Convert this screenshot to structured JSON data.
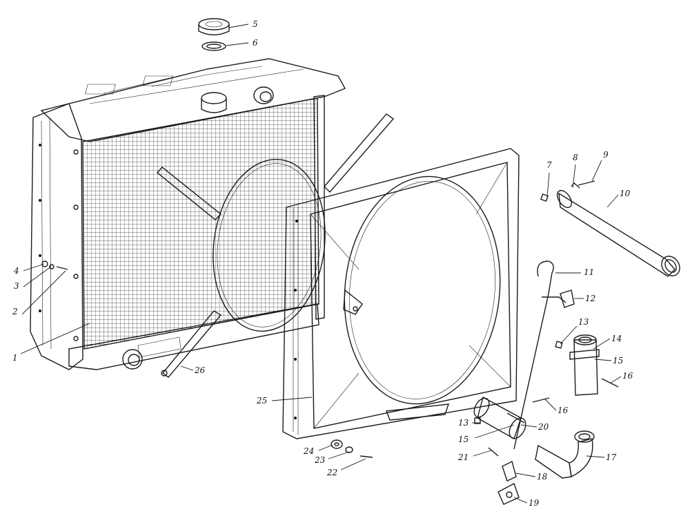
{
  "colors": {
    "ink": "#1a1a1a",
    "paper": "#ffffff",
    "shade": "#cfcfcf"
  },
  "callouts": [
    {
      "id": "c1",
      "text": "1"
    },
    {
      "id": "c2",
      "text": "2"
    },
    {
      "id": "c3",
      "text": "3"
    },
    {
      "id": "c4",
      "text": "4"
    },
    {
      "id": "c5",
      "text": "5"
    },
    {
      "id": "c6",
      "text": "6"
    },
    {
      "id": "c7",
      "text": "7"
    },
    {
      "id": "c8",
      "text": "8"
    },
    {
      "id": "c9",
      "text": "9"
    },
    {
      "id": "c10",
      "text": "10"
    },
    {
      "id": "c11",
      "text": "11"
    },
    {
      "id": "c12",
      "text": "12"
    },
    {
      "id": "c13a",
      "text": "13"
    },
    {
      "id": "c13b",
      "text": "13"
    },
    {
      "id": "c14",
      "text": "14"
    },
    {
      "id": "c15a",
      "text": "15"
    },
    {
      "id": "c15b",
      "text": "15"
    },
    {
      "id": "c16a",
      "text": "16"
    },
    {
      "id": "c16b",
      "text": "16"
    },
    {
      "id": "c17",
      "text": "17"
    },
    {
      "id": "c18",
      "text": "18"
    },
    {
      "id": "c19",
      "text": "19"
    },
    {
      "id": "c20",
      "text": "20"
    },
    {
      "id": "c21",
      "text": "21"
    },
    {
      "id": "c22",
      "text": "22"
    },
    {
      "id": "c23",
      "text": "23"
    },
    {
      "id": "c24",
      "text": "24"
    },
    {
      "id": "c25",
      "text": "25"
    },
    {
      "id": "c26",
      "text": "26"
    }
  ]
}
